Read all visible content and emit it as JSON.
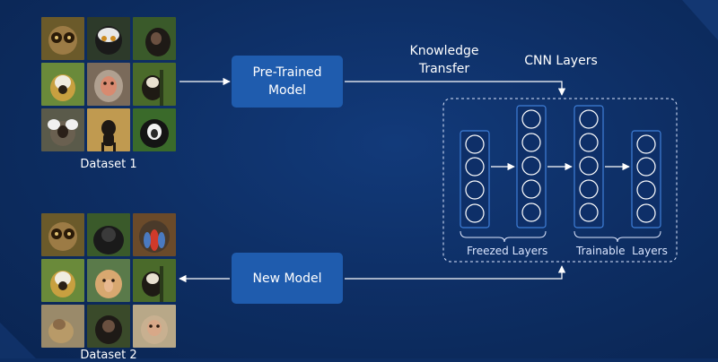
{
  "dataset1": {
    "caption": "Dataset 1"
  },
  "dataset2": {
    "caption": "Dataset 2"
  },
  "pretrained": {
    "line1": "Pre-Trained",
    "line2": "Model"
  },
  "newmodel": {
    "label": "New Model"
  },
  "knowledge": {
    "line1": "Knowledge",
    "line2": "Transfer"
  },
  "cnn": {
    "title": "CNN Layers",
    "freezed": "Freezed Layers",
    "trainable": "Trainable  Layers"
  },
  "colors": {
    "background": "#0d2d62",
    "box": "#1f5cae",
    "line": "#ffffff"
  },
  "tiles1": [
    "tarsier",
    "lemur",
    "chimp",
    "squirrel-monkey",
    "macaque",
    "gibbon",
    "marmoset",
    "spider-monkey",
    "colobus"
  ],
  "tiles2": [
    "tarsier",
    "gorilla",
    "mandrill",
    "squirrel-monkey",
    "proboscis",
    "gibbon",
    "baboon",
    "chimp",
    "macaque"
  ]
}
